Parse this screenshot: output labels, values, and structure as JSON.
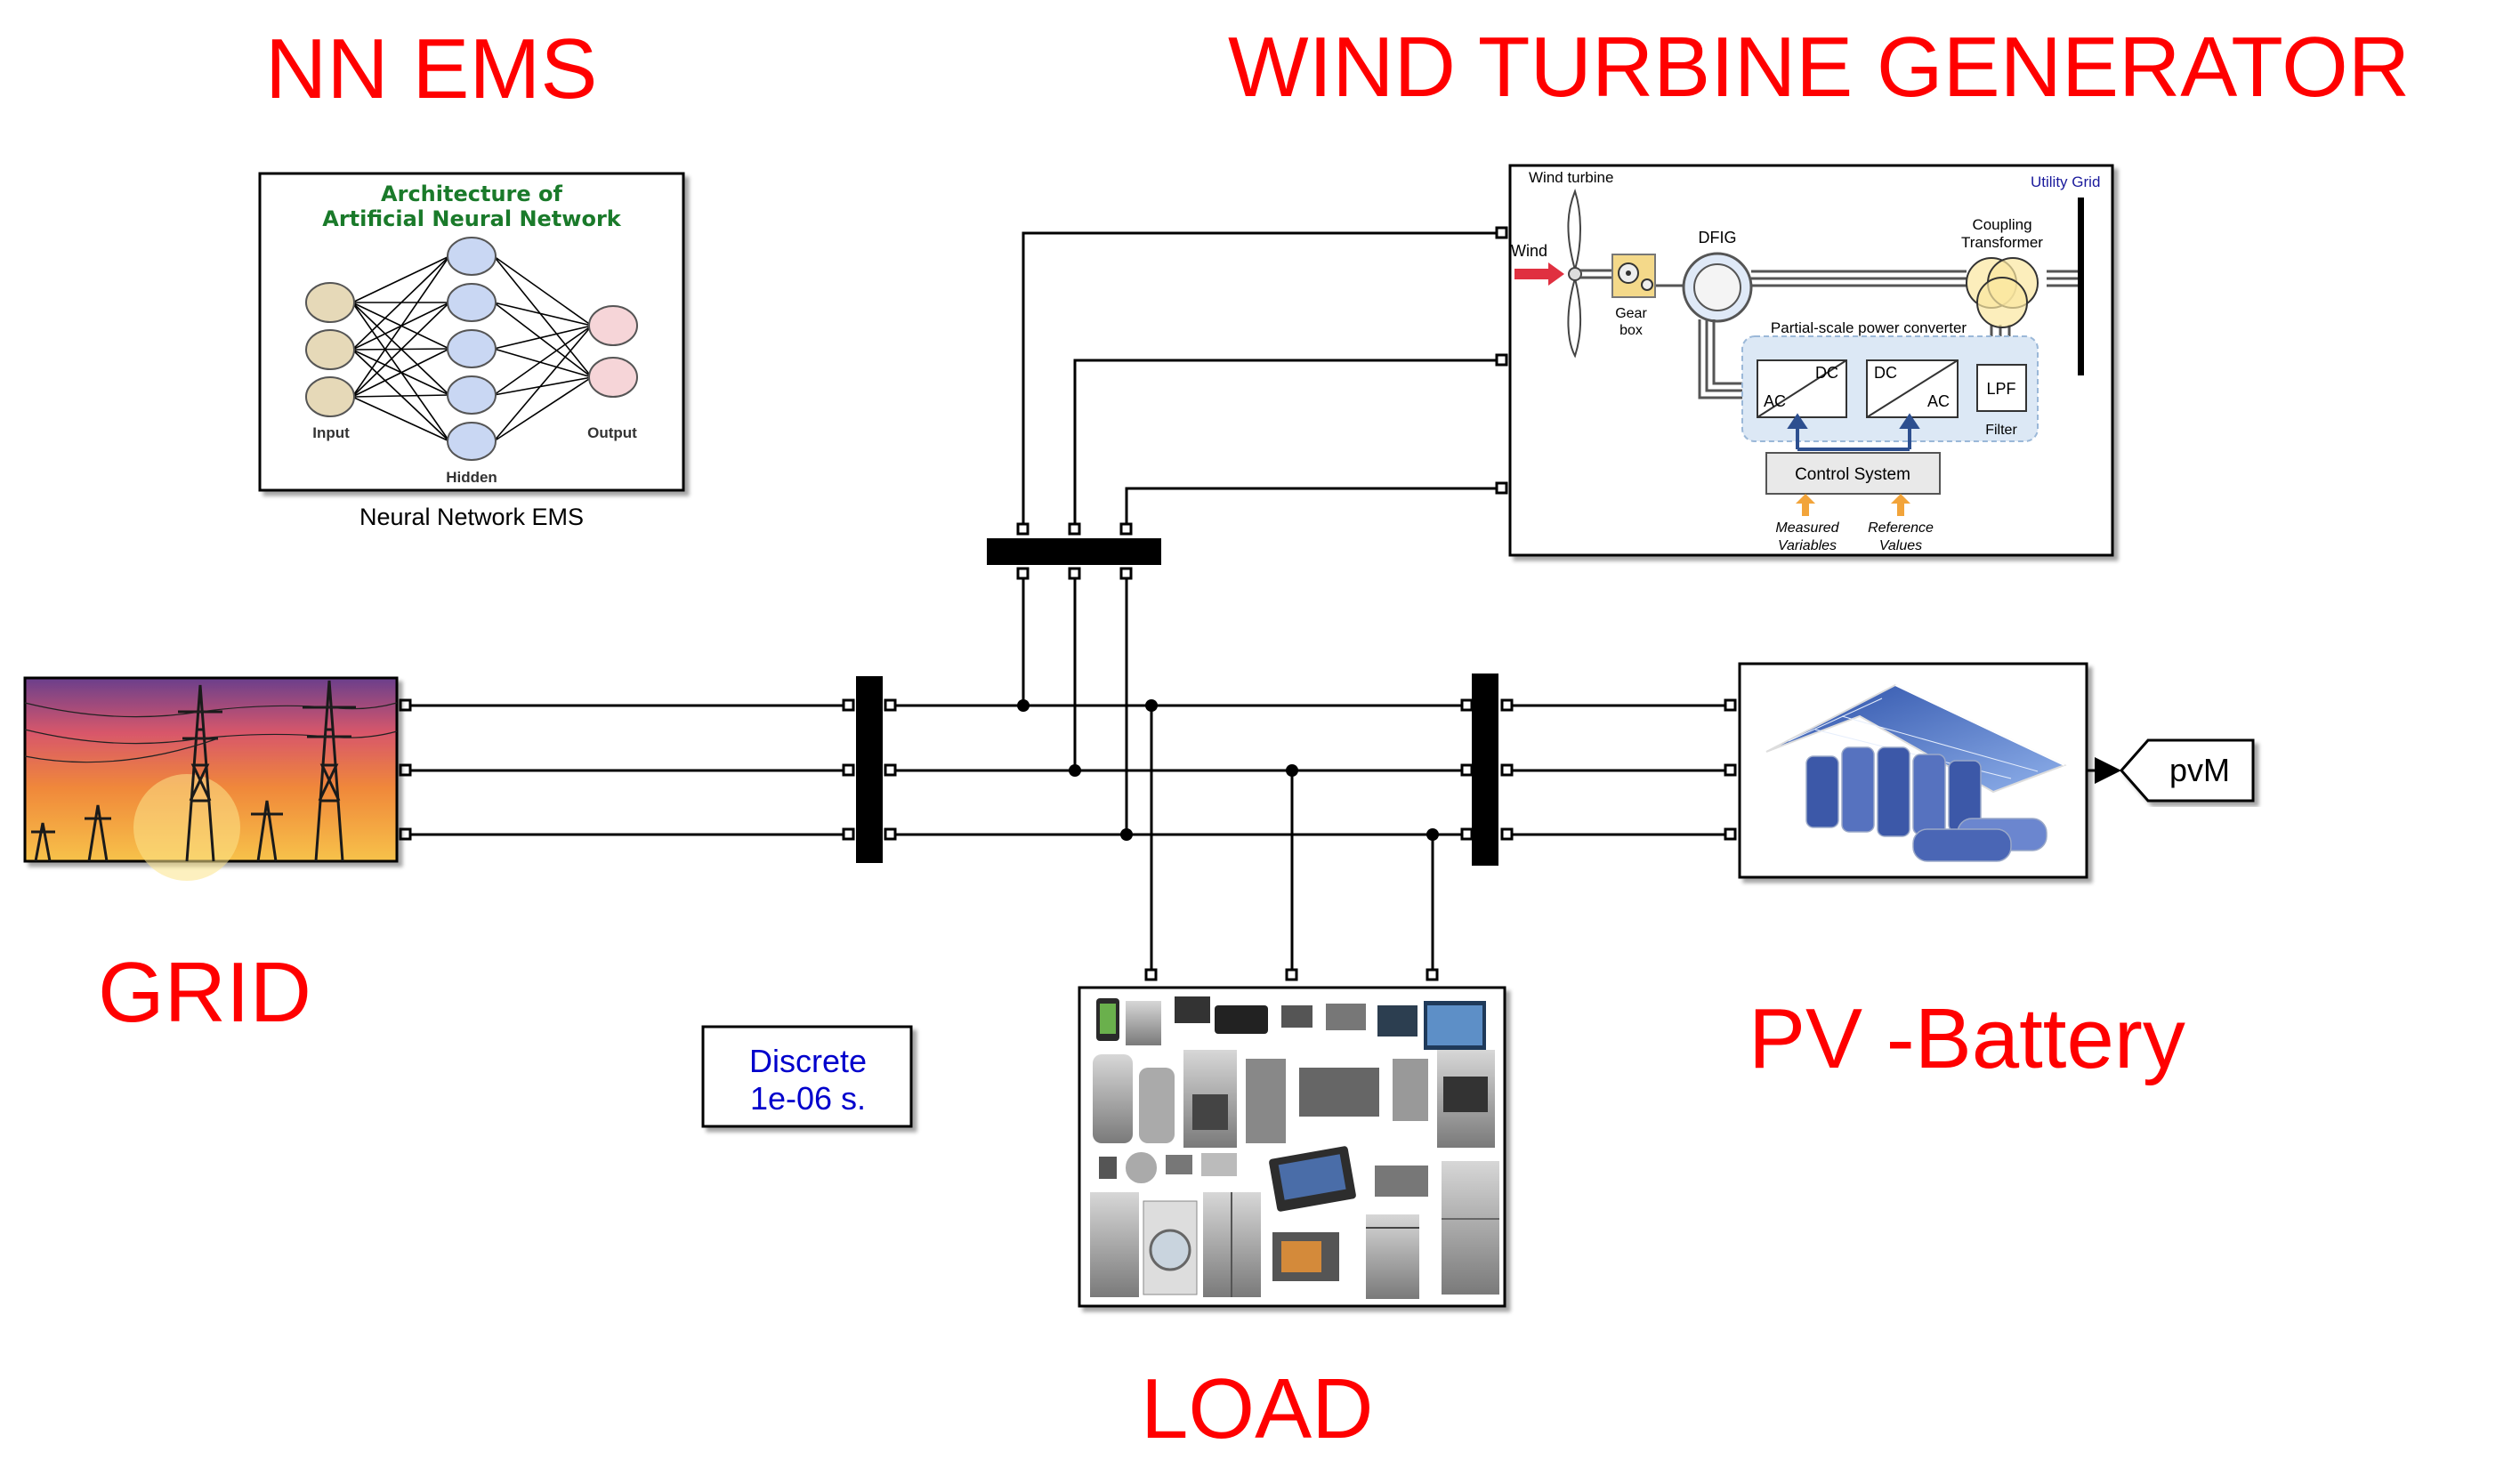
{
  "labels": {
    "nn_ems": "NN EMS",
    "wind": "WIND TURBINE GENERATOR",
    "grid": "GRID",
    "pv_battery": "PV -Battery",
    "load": "LOAD"
  },
  "nn_block": {
    "title_line1": "Architecture of",
    "title_line2": "Artificial Neural Network",
    "input": "Input",
    "hidden": "Hidden",
    "output": "Output",
    "caption": "Neural Network EMS"
  },
  "wind_block": {
    "wind_turbine": "Wind turbine",
    "wind": "Wind",
    "dfig": "DFIG",
    "gear1": "Gear",
    "gear2": "box",
    "coupling1": "Coupling",
    "coupling2": "Transformer",
    "utility_grid": "Utility Grid",
    "converter": "Partial-scale power converter",
    "dc": "DC",
    "ac": "AC",
    "lpf": "LPF",
    "filter": "Filter",
    "control": "Control System",
    "measured1": "Measured",
    "measured2": "Variables",
    "reference1": "Reference",
    "reference2": "Values"
  },
  "powergui": {
    "line1": "Discrete",
    "line2": "1e-06 s."
  },
  "goto_tag": "pvM",
  "colors": {
    "label_red": "#ff0000",
    "powergui_blue": "#0000cc",
    "nn_green": "#1a7a2a"
  }
}
